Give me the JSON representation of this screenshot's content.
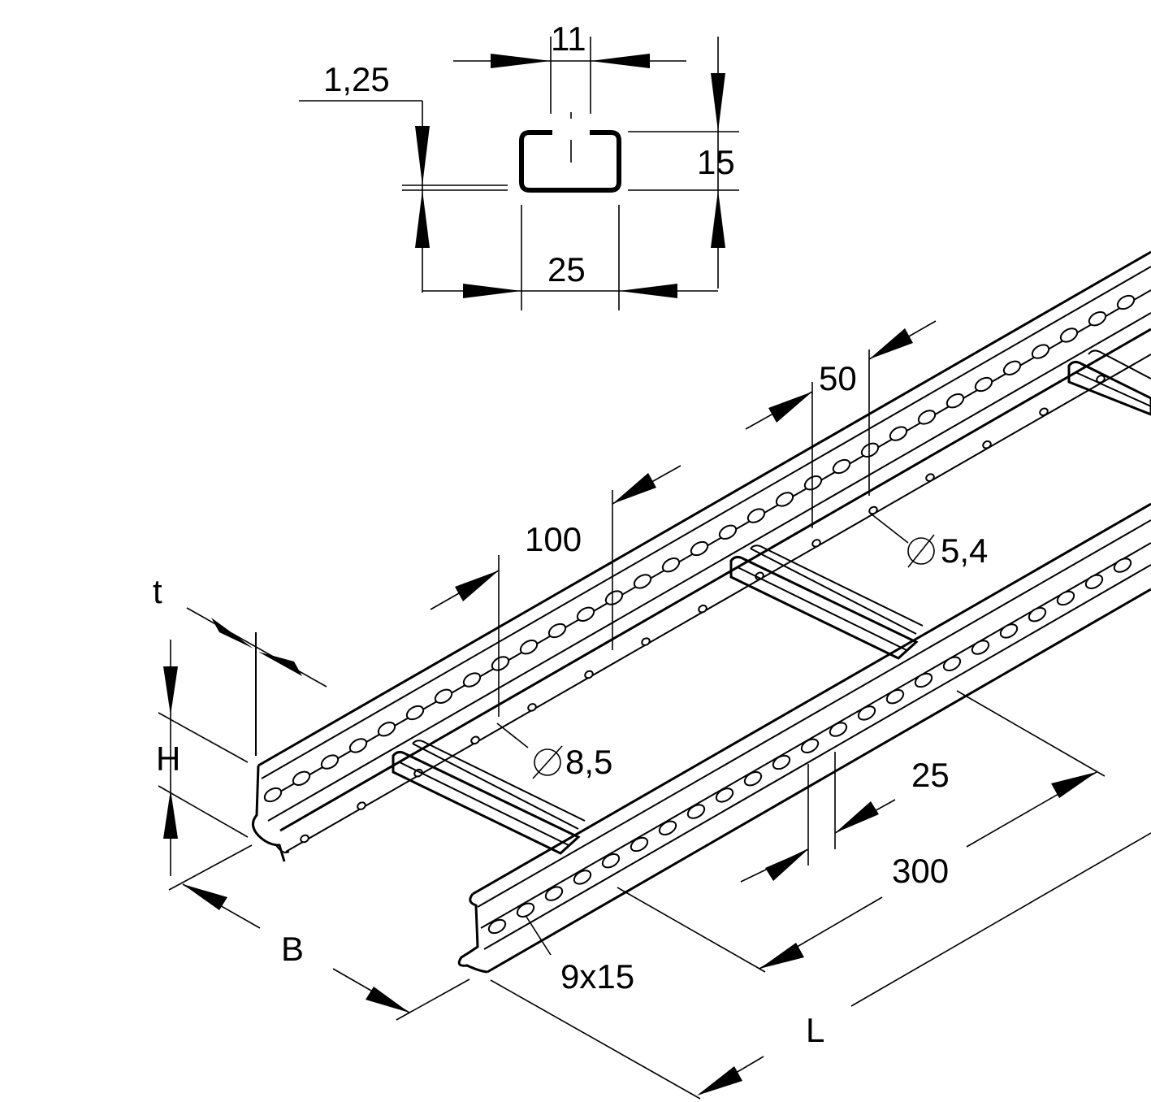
{
  "labels": {
    "profile_gap": "11",
    "profile_thickness": "1,25",
    "profile_height": "15",
    "profile_width": "25",
    "slot_pitch_small": "50",
    "slot_pitch_large": "100",
    "hole_small": "5,4",
    "hole_large": "8,5",
    "thickness": "t",
    "height": "H",
    "width": "B",
    "length": "L",
    "rung_width": "25",
    "rung_pitch": "300",
    "slot_size": "9x15"
  },
  "colors": {
    "ink": "#000000",
    "paper": "#ffffff"
  }
}
